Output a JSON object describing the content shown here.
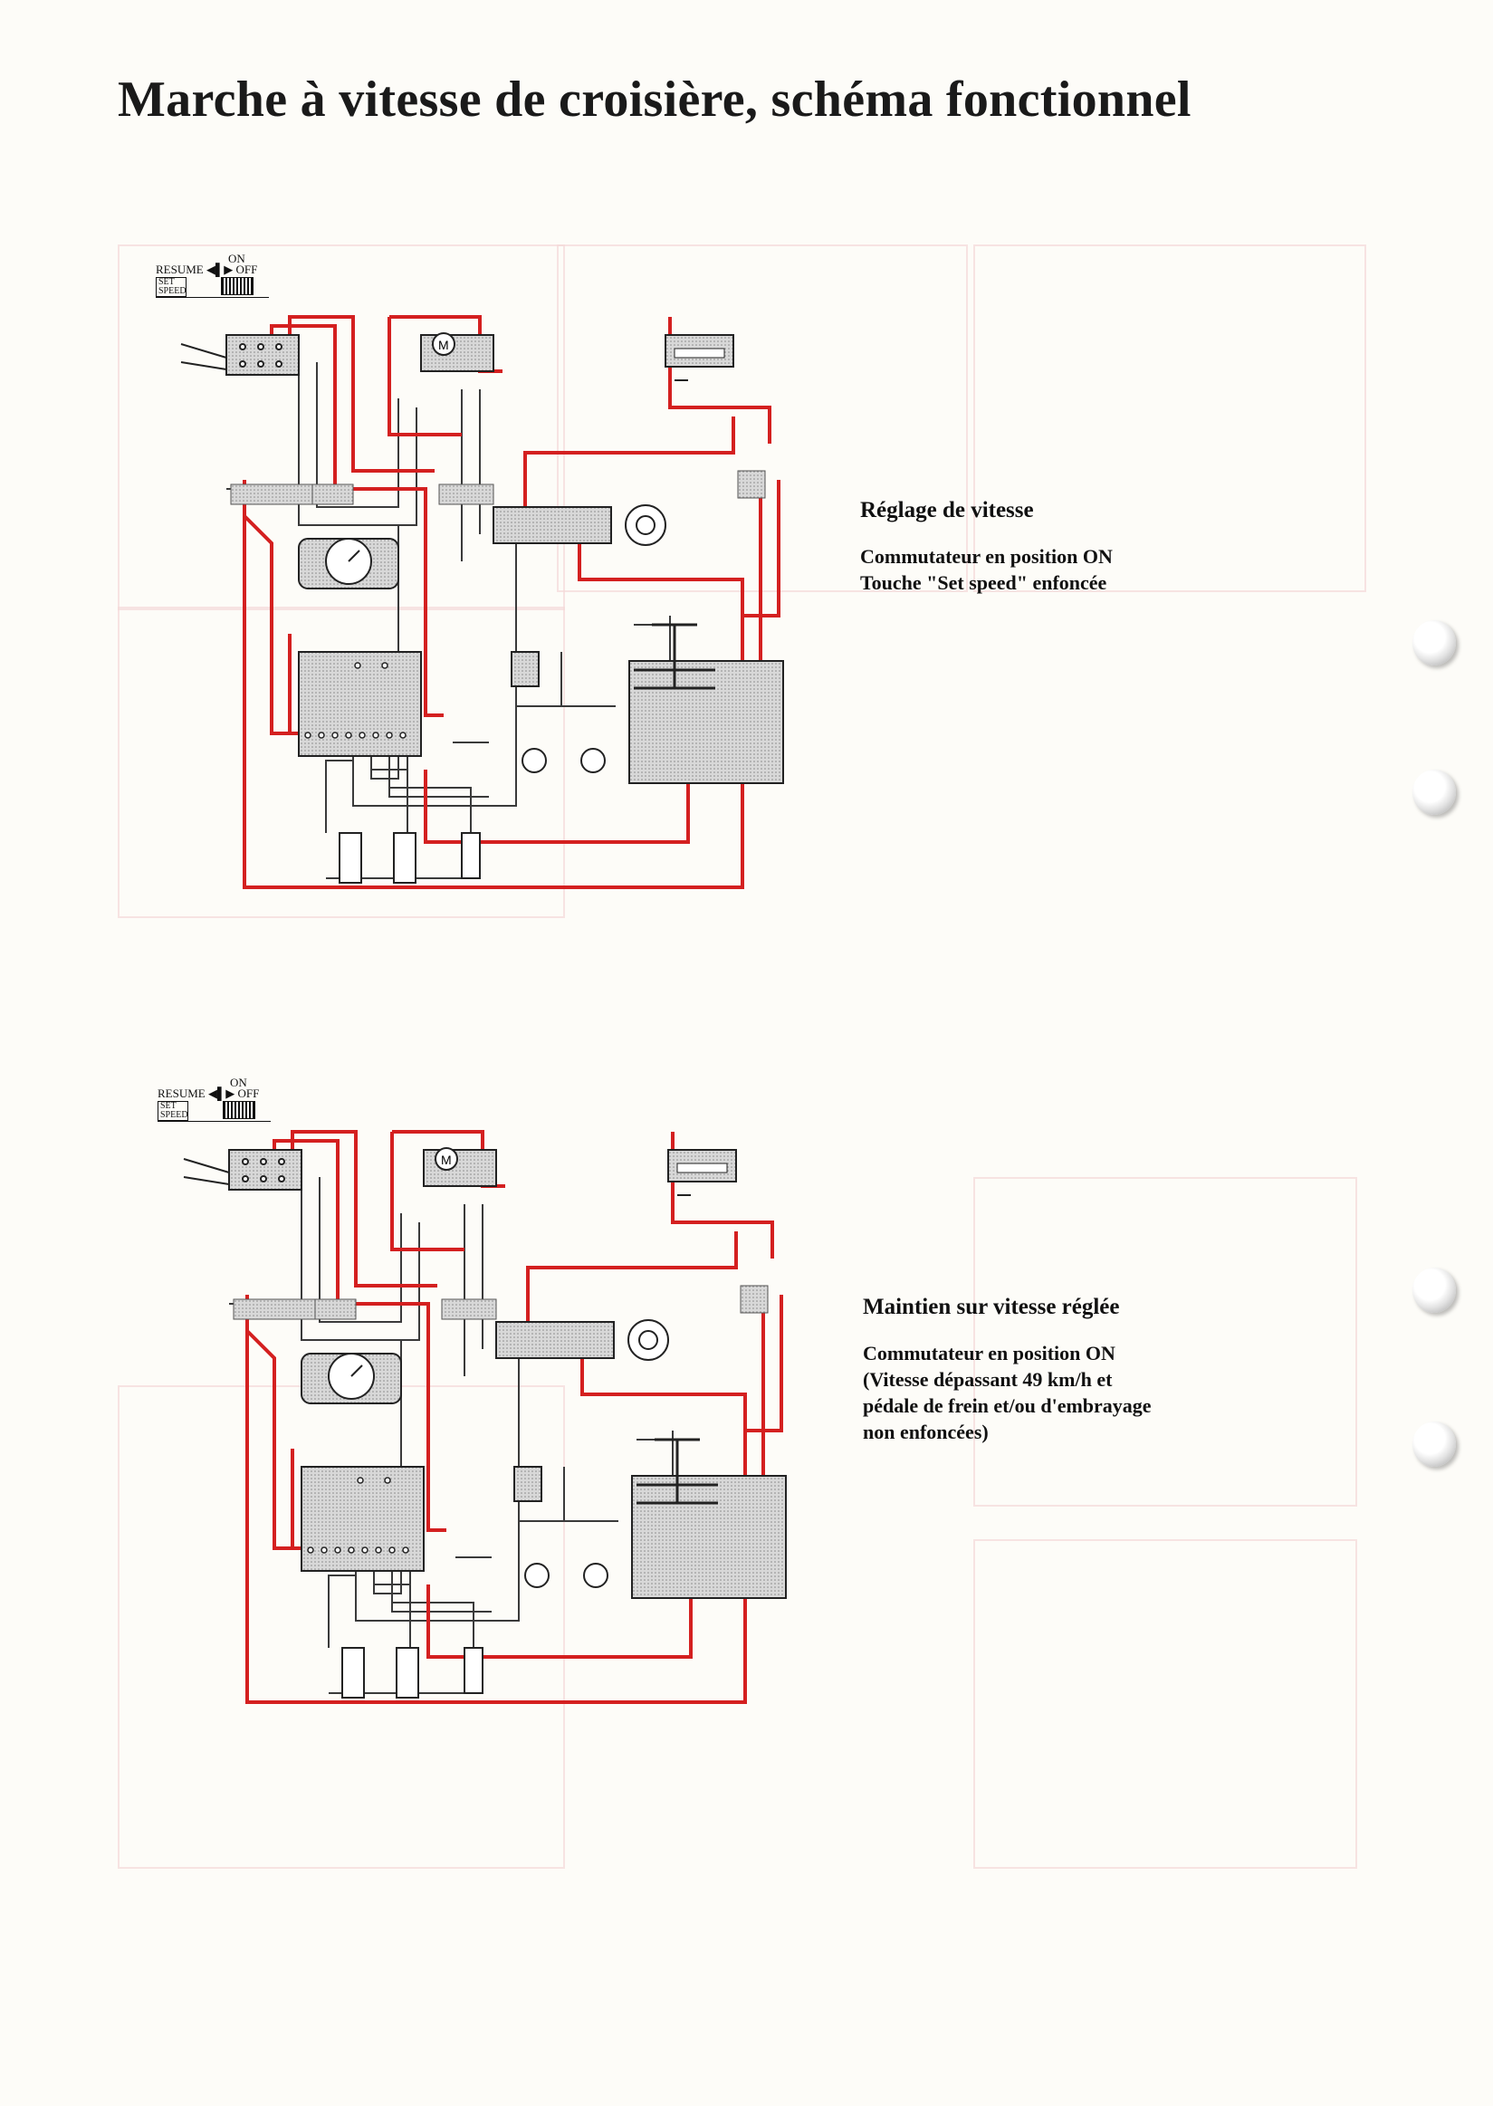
{
  "page": {
    "title": "Marche à vitesse de croisière, schéma fonctionnel"
  },
  "switch_legend": {
    "on": "ON",
    "resume": "RESUME",
    "off": "OFF",
    "set_speed": "SET SPEED"
  },
  "sections": [
    {
      "title": "Réglage de vitesse",
      "lines": [
        "Commutateur en position ON",
        "Touche \"Set speed\" enfoncée"
      ]
    },
    {
      "title": "Maintien sur vitesse réglée",
      "lines": [
        "Commutateur en position ON",
        "(Vitesse dépassant 49 km/h et",
        "pédale de frein et/ou d'embrayage",
        "non enfoncées)"
      ]
    }
  ],
  "colors": {
    "active_wire": "#d42020",
    "wire": "#3a3a3a",
    "component_fill": "#c9c9c9"
  }
}
